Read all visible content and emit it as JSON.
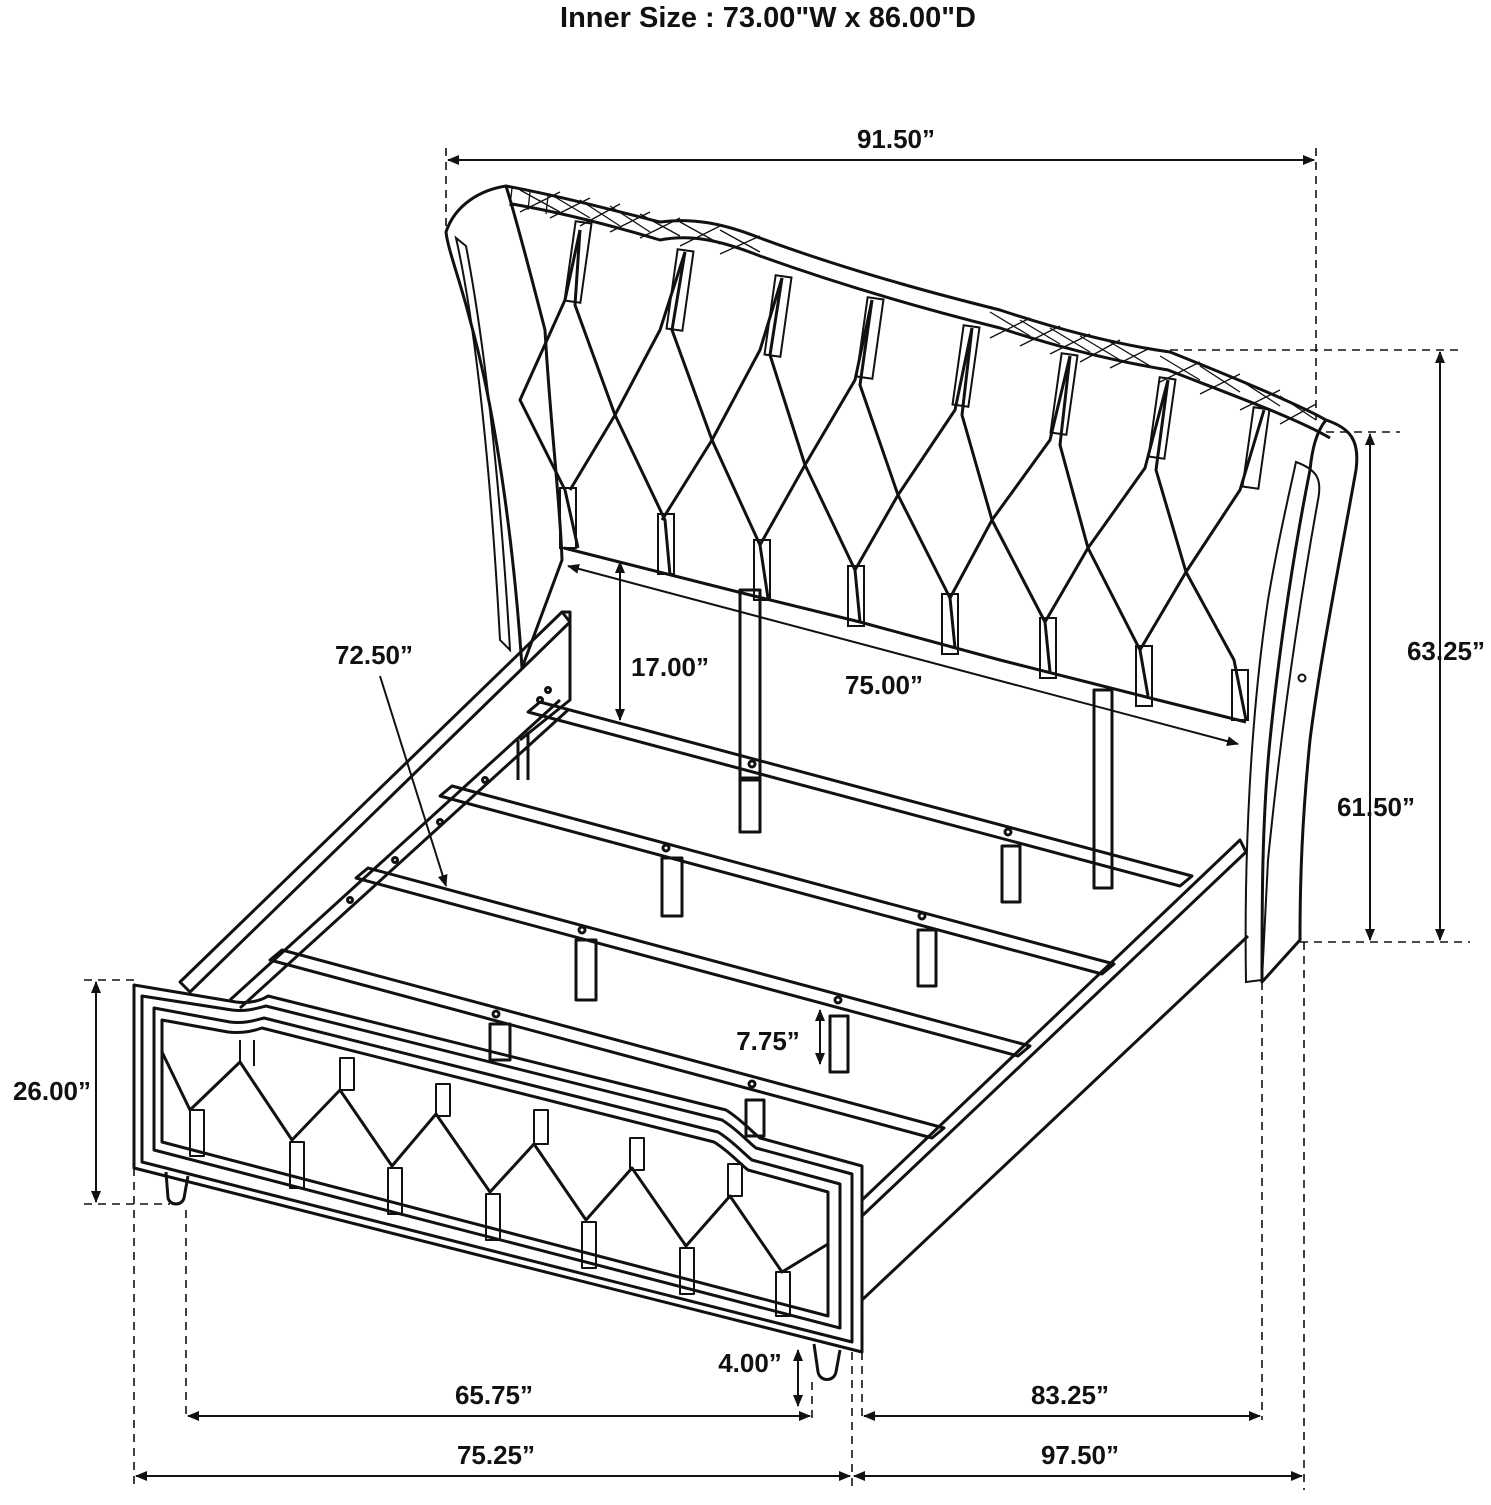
{
  "header": {
    "inner_size": "Inner Size : 73.00\"W x 86.00\"D"
  },
  "dimensions": {
    "overall_width": "91.50”",
    "headboard_height": "63.25”",
    "headboard_height_inner": "61.50”",
    "rail_clearance": "17.00”",
    "headboard_panel_width": "75.00”",
    "side_rail_length": "72.50”",
    "slat_clearance": "7.75”",
    "footboard_height": "26.00”",
    "leg_height": "4.00”",
    "footboard_width": "65.75”",
    "footboard_width_overall": "75.25”",
    "bed_length": "83.25”",
    "bed_length_overall": "97.50”"
  },
  "colors": {
    "ink": "#111111",
    "background": "#ffffff"
  }
}
